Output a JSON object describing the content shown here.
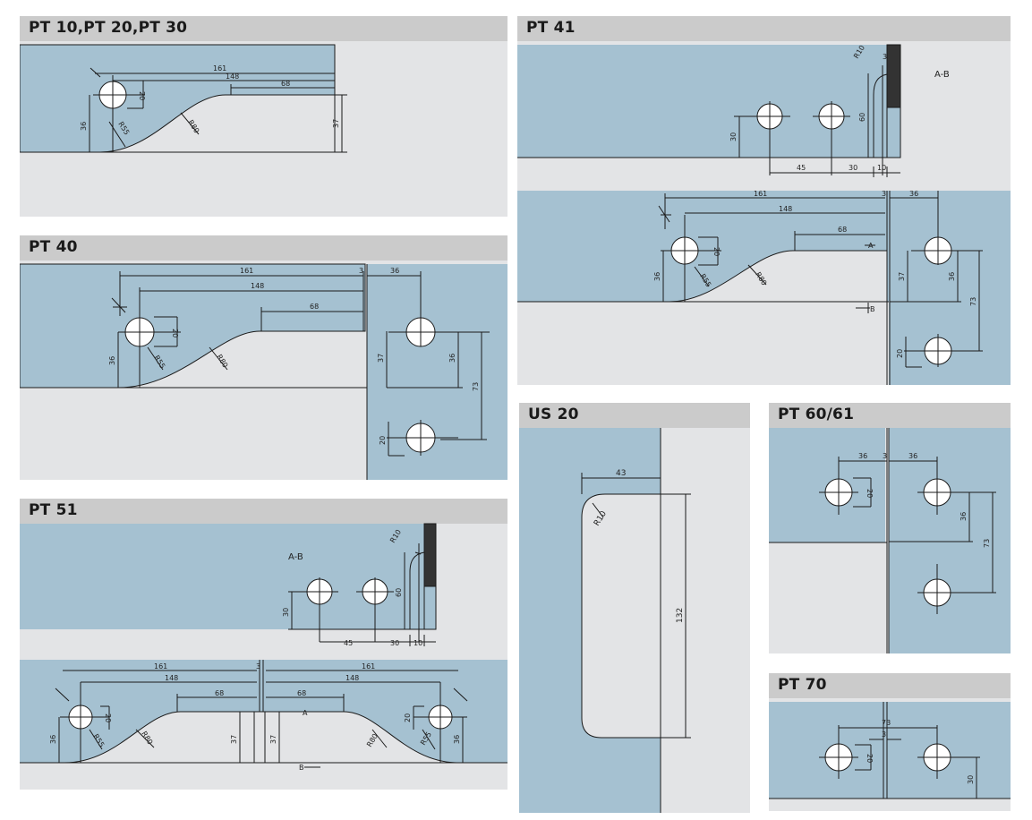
{
  "panels": {
    "pt10": {
      "title": "PT 10,PT 20,PT 30"
    },
    "pt40": {
      "title": "PT 40"
    },
    "pt51": {
      "title": "PT 51"
    },
    "pt41": {
      "title": "PT 41"
    },
    "us20": {
      "title": "US 20"
    },
    "pt60": {
      "title": "PT 60/61"
    },
    "pt70": {
      "title": "PT 70"
    }
  },
  "dimensions": {
    "d161": "161",
    "d148": "148",
    "d68": "68",
    "d37": "37",
    "d36": "36",
    "d20": "20",
    "d73": "73",
    "d3": "3",
    "d45": "45",
    "d30": "30",
    "d10": "10",
    "d60": "60",
    "d43": "43",
    "d132": "132",
    "r55": "R55",
    "r80": "R80",
    "r10": "R10"
  },
  "section_labels": {
    "ab": "A-B",
    "a": "A",
    "b": "B"
  },
  "colors": {
    "glass": "#a5c1d1",
    "background": "#e3e4e6",
    "header": "#cbcbcb",
    "line": "#1a1a1a"
  }
}
